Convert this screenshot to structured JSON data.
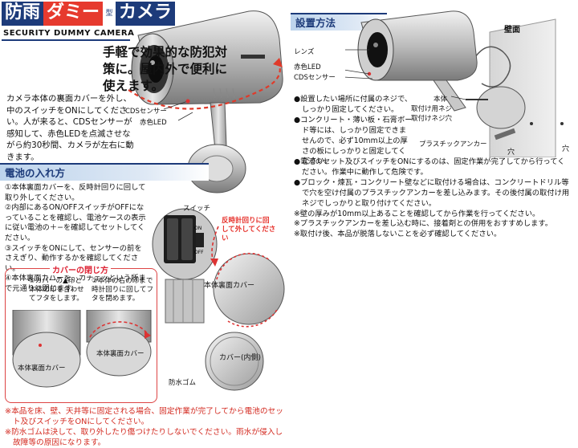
{
  "title": {
    "word1": "防雨",
    "word2": "ダミー",
    "sep": "型",
    "word3": "カメラ",
    "subtitle": "SECURITY DUMMY CAMERA"
  },
  "headline": "手軽で効果的な防犯対策に。屋内外で便利に使えます。",
  "intro": "カメラ本体の裏面カバーを外し、中のスイッチをONにしてください。人が来ると、CDSセンサーが感知して、赤色LEDを点滅させながら約30秒間、カメラが左右に動きます。",
  "callouts": {
    "cds": "CDSセンサー",
    "red_led": "赤色LED"
  },
  "battery": {
    "heading": "電池の入れ方",
    "steps": [
      "①本体裏面カバーを、反時計回りに回して取り外してください。",
      "②内部にあるON/OFFスイッチがOFFになっていることを確認し、電池ケースの表示に従い電池の＋−を確認してセットしてください。",
      "③スイッチをONにして、センサーの前をさえぎり、動作するかを確認してください。",
      "④本体裏面カバーを、カチェッという所まで元通りに閉じます。"
    ],
    "switch_label": "スイッチ",
    "rotate_note": "反時計回りに回して外してください",
    "body_cover": "本体裏面カバー",
    "cover_inner": "カバー(内側)",
    "gom_label": "防水ゴム",
    "switch_on": "ON",
    "switch_off": "OFF",
    "close_panel": {
      "title": "カバーの閉じ方",
      "step1": "①カバーの▲印と本体の印を合わせてフタをします。",
      "step2": "②本体の右の印まで時計回りに回してフタを閉めます。",
      "body_cover_left": "本体裏面カバー",
      "body_cover_mid": "本体裏面カバー"
    },
    "notes": [
      "※本品を床、壁、天井等に固定される場合、固定作業が完了してから電池のセット及びスイッチをONにしてください。",
      "※防水ゴムは決して、取り外したり傷つけたりしないでください。雨水が侵入し故障等の原因になります。"
    ]
  },
  "install": {
    "heading": "設置方法",
    "labels": {
      "lens": "レンズ",
      "red_led": "赤色LED",
      "cds": "CDSセンサー",
      "wall": "壁面",
      "body": "本体",
      "screw": "取付け用ネジ",
      "screw2": "取付けネジ穴",
      "anchor": "プラスチックアンカー",
      "hole": "穴"
    },
    "steps_a": [
      "●設置したい場所に付属のネジで、しっかり固定してください。",
      "●コンクリート・薄い板・石膏ボード等には、しっかり固定できませんので、必ず10mm以上の厚さの板にしっかりと固定してください。"
    ],
    "steps_b": [
      "●電池のセット及びスイッチをONにするのは、固定作業が完了してから行ってください。作業中に動作して危険です。",
      "●ブロック・煉瓦・コンクリート壁などに取付ける場合は、コンクリートドリル等で穴を空け付属のプラスチックアンカーを差し込みます。その後付属の取付け用ネジでしっかりと取り付けてください。"
    ],
    "notes": [
      "※壁の厚みが10mm以上あることを確認してから作業を行ってください。",
      "※プラスチックアンカーを差し込む時に、接着剤との併用をおすすめします。",
      "※取付け後、本品が脱落しないことを必ず確認してください。"
    ]
  }
}
